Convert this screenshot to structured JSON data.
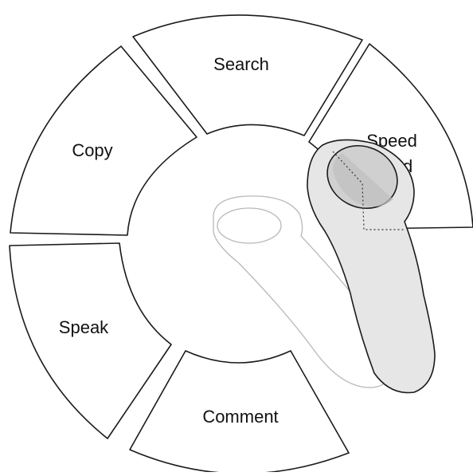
{
  "radial_menu": {
    "items": [
      {
        "id": "search",
        "label": "Search",
        "selected": false
      },
      {
        "id": "speed-read",
        "label": [
          "Speed",
          "Read"
        ],
        "selected": true
      },
      {
        "id": "comment",
        "label": "Comment",
        "selected": false
      },
      {
        "id": "speak",
        "label": "Speak",
        "selected": false
      },
      {
        "id": "copy",
        "label": "Copy",
        "selected": false
      }
    ]
  },
  "controller": {
    "active_icon": "vr-controller-icon",
    "ghost_icon": "vr-controller-ghost-icon"
  },
  "colors": {
    "outline": "#1a1a1a",
    "background": "#ffffff",
    "controller_fill": "#e6e6e6",
    "controller_pad": "#d0d0d0",
    "ghost_outline": "#b8b8b8"
  }
}
